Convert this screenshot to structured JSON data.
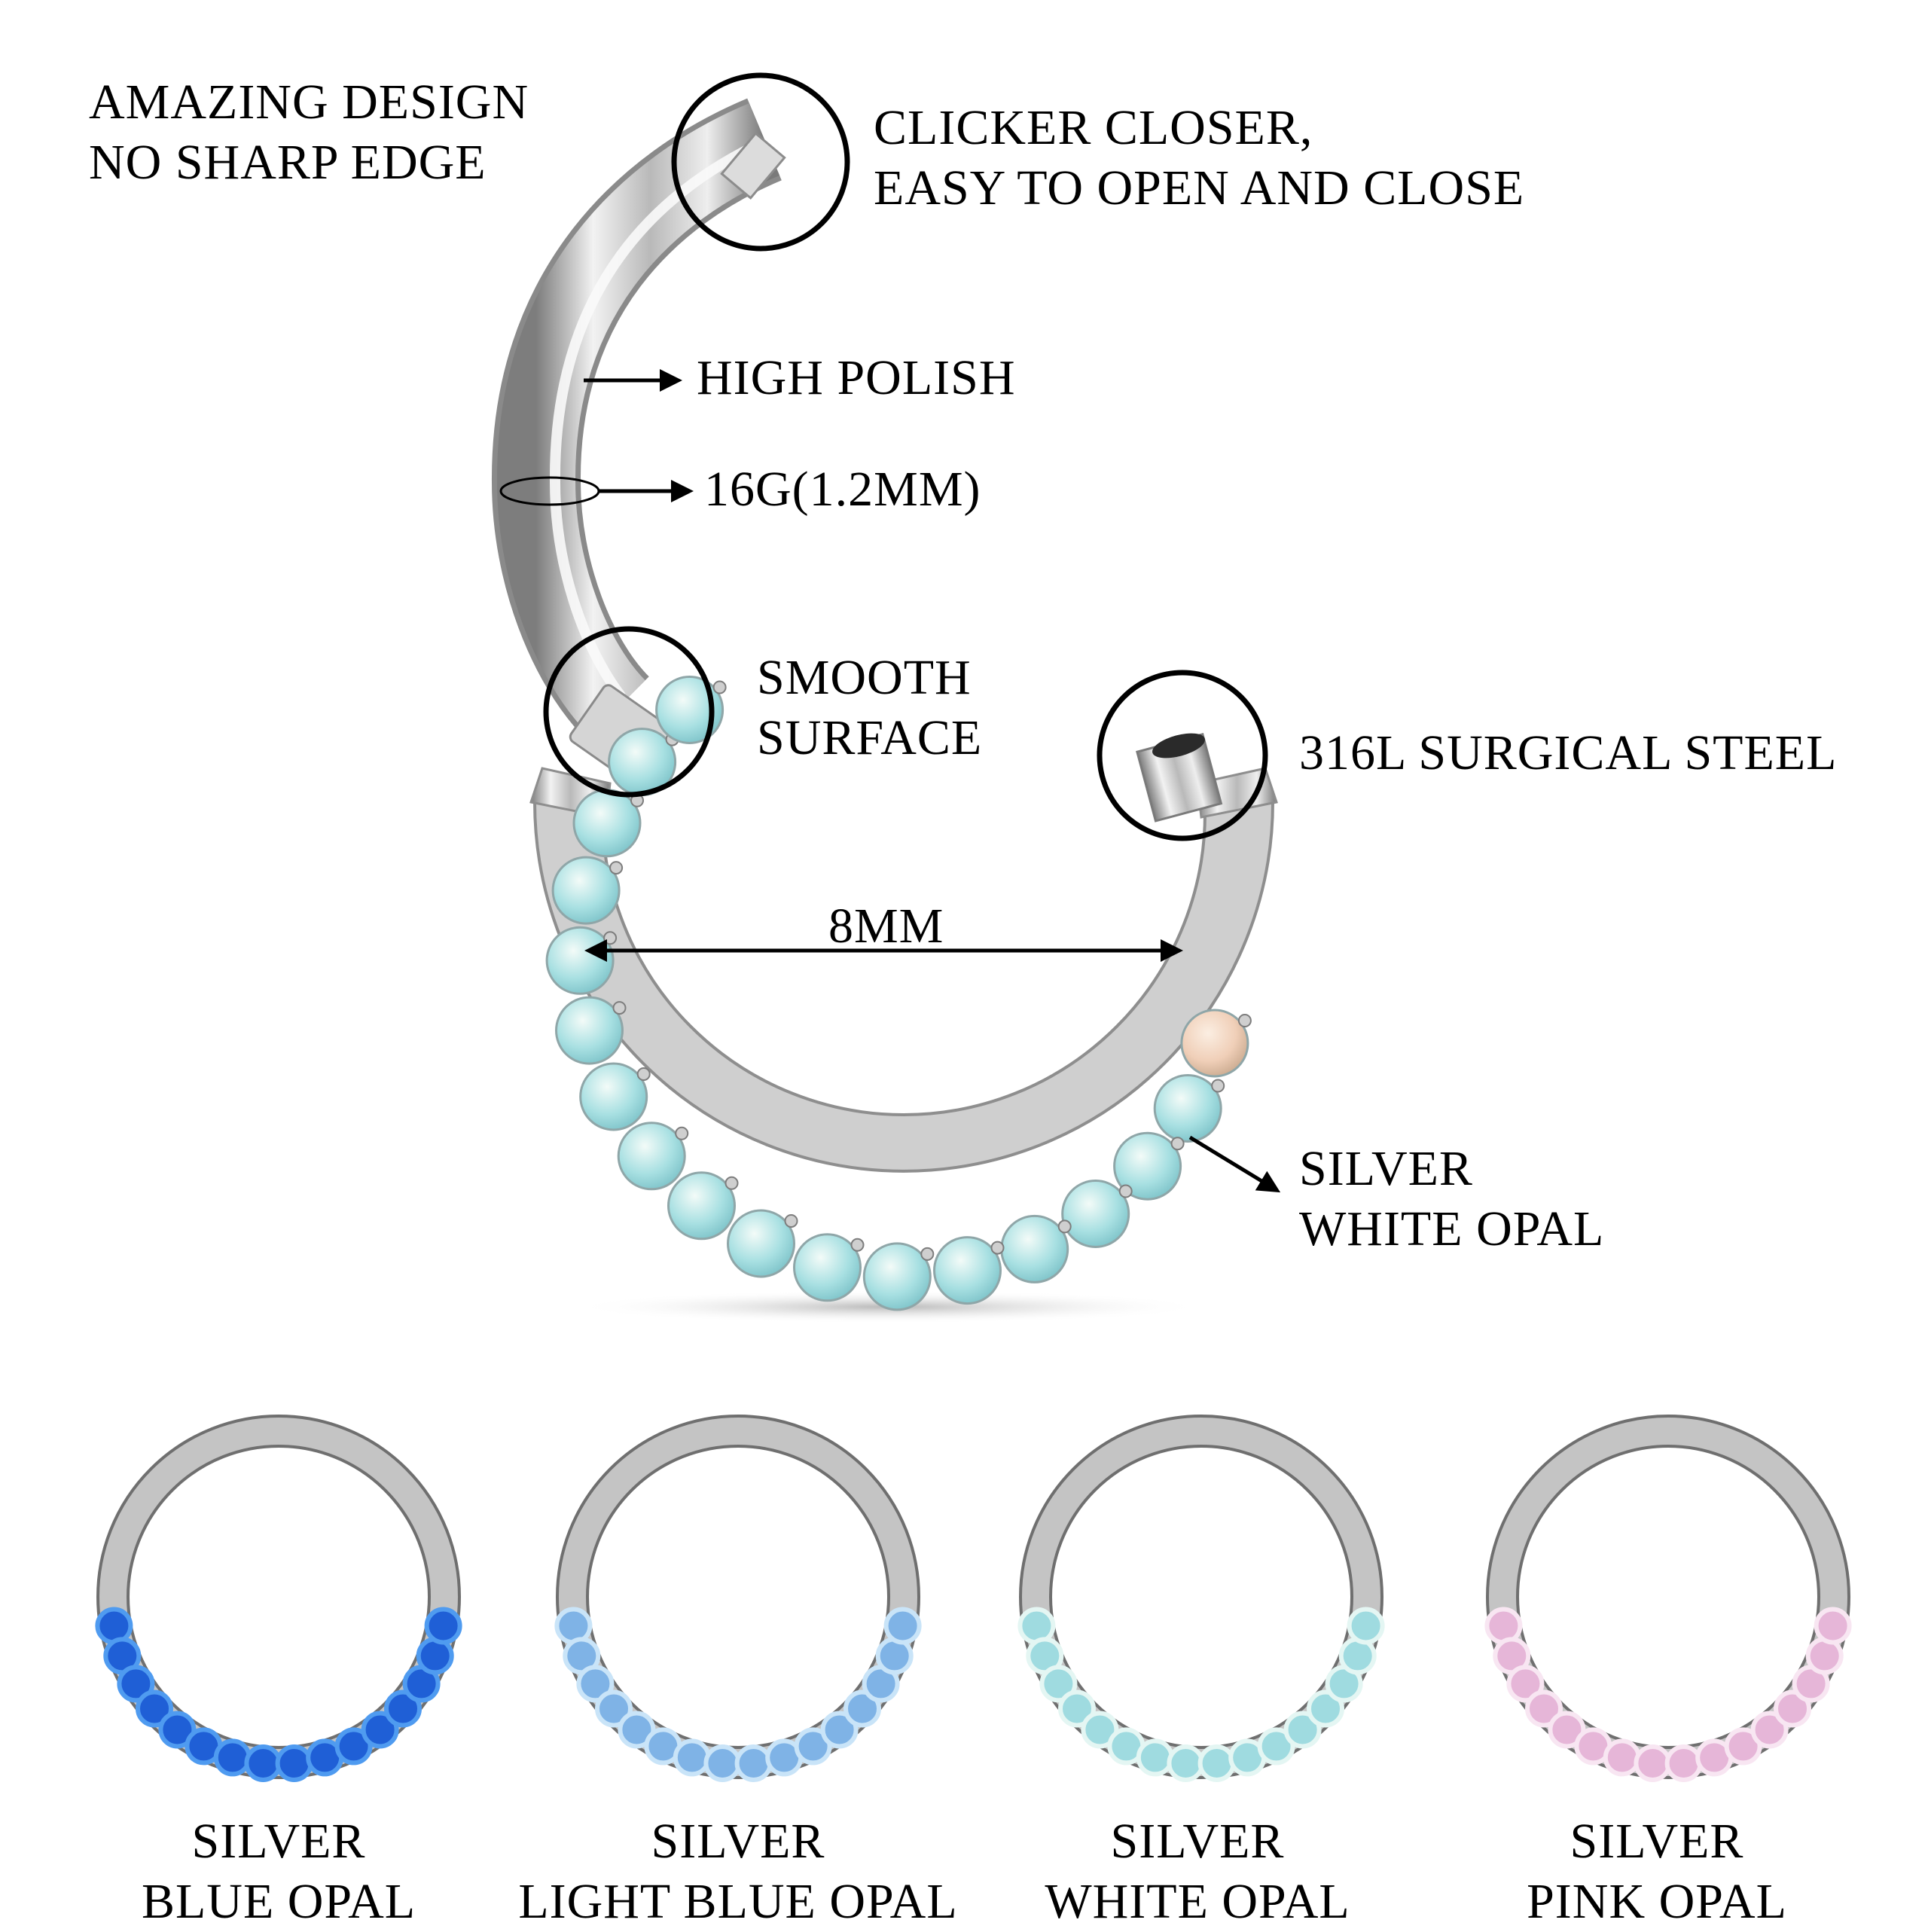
{
  "labels": {
    "design": [
      "AMAZING DESIGN",
      "NO SHARP EDGE"
    ],
    "clicker": [
      "CLICKER CLOSER,",
      "EASY TO OPEN AND CLOSE"
    ],
    "polish": "HIGH POLISH",
    "gauge": "16G(1.2MM)",
    "smooth": [
      "SMOOTH",
      "SURFACE"
    ],
    "steel": "316L SURGICAL STEEL",
    "diameter": "8MM",
    "main_variant": [
      "SILVER",
      "WHITE OPAL"
    ]
  },
  "variants": [
    {
      "line1": "SILVER",
      "line2": "BLUE OPAL",
      "gem_color": "#1f5fd6",
      "gem_light": "#4f9bf0"
    },
    {
      "line1": "SILVER",
      "line2": "LIGHT BLUE OPAL",
      "gem_color": "#7fb3e6",
      "gem_light": "#c9e4f8"
    },
    {
      "line1": "SILVER",
      "line2": "WHITE OPAL",
      "gem_color": "#9fdbe0",
      "gem_light": "#e4f6f3"
    },
    {
      "line1": "SILVER",
      "line2": "PINK OPAL",
      "gem_color": "#e6b6d8",
      "gem_light": "#f8e6f2"
    }
  ],
  "main_gem_colors": [
    "#a6dfe2",
    "#e9f7f2",
    "#f4d7c4"
  ]
}
